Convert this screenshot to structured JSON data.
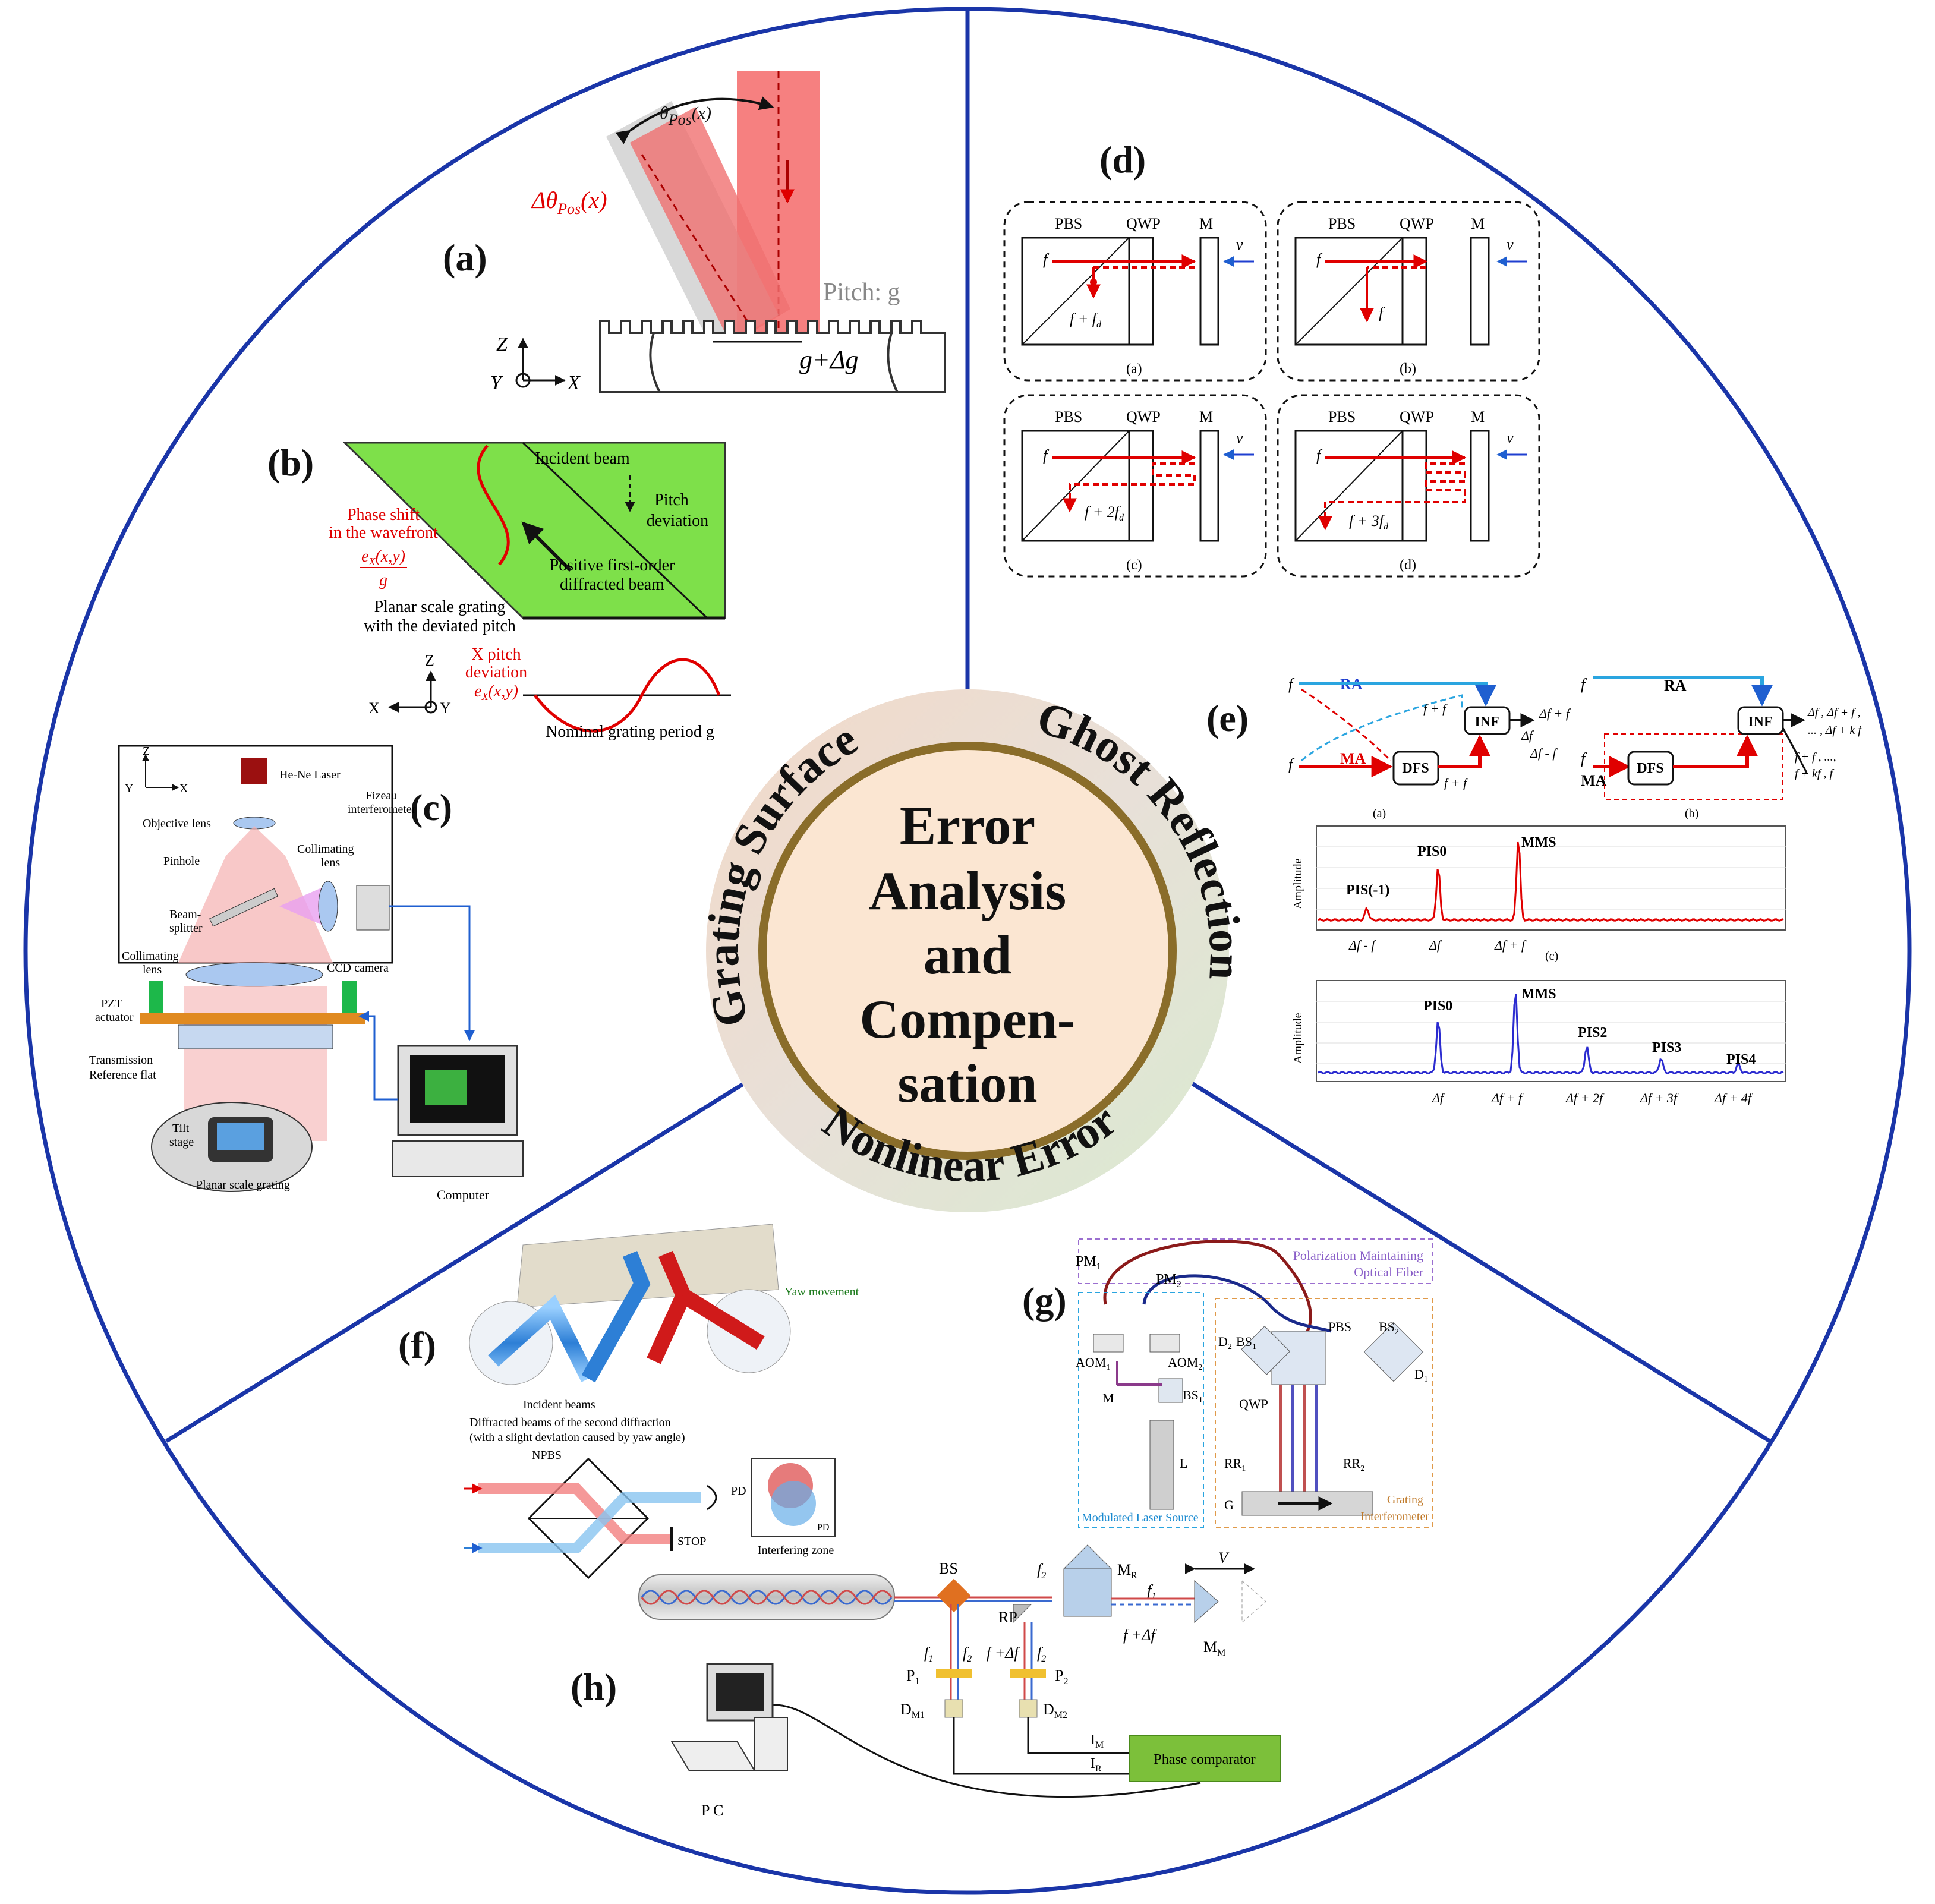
{
  "center": {
    "lines": [
      "Error",
      "Analysis",
      "and",
      "Compen-",
      "sation"
    ],
    "ring_labels": [
      "Grating Surface",
      "Ghost Reflection",
      "Nonlinear Error"
    ]
  },
  "colors": {
    "divider": "#1a35a8",
    "ring_gold": "#8a6d2a",
    "center_fill": "#fbe6d2",
    "beam_red": "#e00000",
    "green_fill": "#7ee04a"
  },
  "panel_a": {
    "label": "(a)",
    "theta_pos": "θ",
    "theta_sub": "Pos",
    "theta_arg": "(x)",
    "delta_theta": "Δθ",
    "pitch": "Pitch: g",
    "pitch_delta": "g+Δg",
    "axes": [
      "Z",
      "Y",
      "X"
    ]
  },
  "panel_b": {
    "label": "(b)",
    "incident": "Incident beam",
    "pitch_dev": "Pitch",
    "pitch_dev2": "deviation",
    "phase1": "Phase shift",
    "phase2": "in the wavefront",
    "phase3": "e",
    "phase3b": "X",
    "phase3c": "(x,y)",
    "phase4": "g",
    "diff1": "Positive first-order",
    "diff2": "diffracted beam",
    "planar1": "Planar scale grating",
    "planar2": "with the deviated pitch",
    "xpitch1": "X pitch",
    "xpitch2": "deviation",
    "xpitch3": "e",
    "xpitch3b": "X",
    "xpitch3c": "(x,y)",
    "nominal": "Nominal grating period g",
    "axes": [
      "Z",
      "X",
      "Y"
    ]
  },
  "panel_c": {
    "label": "(c)",
    "laser": "He-Ne Laser",
    "fizeau1": "Fizeau",
    "fizeau2": "interferometer",
    "objective": "Objective lens",
    "pinhole": "Pinhole",
    "collimating1": "Collimating",
    "collimating2": "lens",
    "beam1": "Beam-",
    "beam2": "splitter",
    "coll_lens1": "Collimating",
    "coll_lens2": "lens",
    "ccd": "CCD camera",
    "pzt1": "PZT",
    "pzt2": "actuator",
    "trans1": "Transmission",
    "trans2": "Reference flat",
    "tilt1": "Tilt",
    "tilt2": "stage",
    "planar": "Planar scale grating",
    "computer": "Computer",
    "axes": [
      "Z",
      "Y",
      "X"
    ]
  },
  "panel_d": {
    "label": "(d)",
    "sublabels": [
      "(a)",
      "(b)",
      "(c)",
      "(d)"
    ],
    "pbs": "PBS",
    "qwp": "QWP",
    "m": "M",
    "v": "v",
    "f": "f",
    "outputs": [
      "f + f",
      "f",
      "f + 2f",
      "f + 3f"
    ],
    "sub_d": "d"
  },
  "panel_e": {
    "label": "(e)",
    "ra": "RA",
    "ma": "MA",
    "dfs": "DFS",
    "inf": "INF",
    "f1": "f",
    "f2": "f",
    "sub_a": "(a)",
    "sub_b": "(b)",
    "sub_c": "(c)",
    "amplitude": "Amplitude",
    "red_peaks": [
      "PIS(-1)",
      "PIS0",
      "MMS"
    ],
    "red_ticks": [
      "Δf - f",
      "Δf",
      "Δf + f"
    ],
    "blue_peaks": [
      "PIS0",
      "MMS",
      "PIS2",
      "PIS3",
      "PIS4"
    ],
    "blue_ticks": [
      "Δf",
      "Δf + f",
      "Δf + 2f",
      "Δf + 3f",
      "Δf + 4f"
    ],
    "a_out": [
      "Δf + f",
      "Δf",
      "Δf - f",
      "f + f",
      "f + f"
    ],
    "b_out": [
      "Δf , Δf + f ,",
      "... , Δf + k f",
      "f + f , ...,",
      "f + kf , f"
    ]
  },
  "panel_f": {
    "label": "(f)",
    "yaw": "Yaw movement",
    "incident": "Incident beams",
    "diffracted1": "Diffracted beams of the second diffraction",
    "diffracted2": "(with a slight deviation caused by yaw angle)",
    "npbs": "NPBS",
    "pd": "PD",
    "stop": "STOP",
    "zone": "Interfering zone",
    "pd2": "PD"
  },
  "panel_g": {
    "label": "(g)",
    "pmf1": "Polarization Maintaining",
    "pmf2": "Optical Fiber",
    "pm1": "PM",
    "pm2": "PM",
    "aom1": "AOM",
    "aom2": "AOM",
    "bs1": "BS",
    "m": "M",
    "l": "L",
    "mls": "Modulated Laser Source",
    "pbs": "PBS",
    "bs2": "BS",
    "d1": "D",
    "d2": "D",
    "qwp": "QWP",
    "rr1": "RR",
    "rr2": "RR",
    "g": "G",
    "gi1": "Grating",
    "gi2": "Interferometer"
  },
  "panel_h": {
    "label": "(h)",
    "bs": "BS",
    "mr": "M",
    "mr_sub": "R",
    "rp": "RP",
    "f1": "f",
    "f2": "f",
    "f1df": "f +Δf",
    "v": "V",
    "mm": "M",
    "mm_sub": "M",
    "p1": "P",
    "p2": "P",
    "dm1": "D",
    "dm2": "D",
    "im": "I",
    "ir": "I",
    "phase": "Phase comparator",
    "pc": "P C"
  }
}
